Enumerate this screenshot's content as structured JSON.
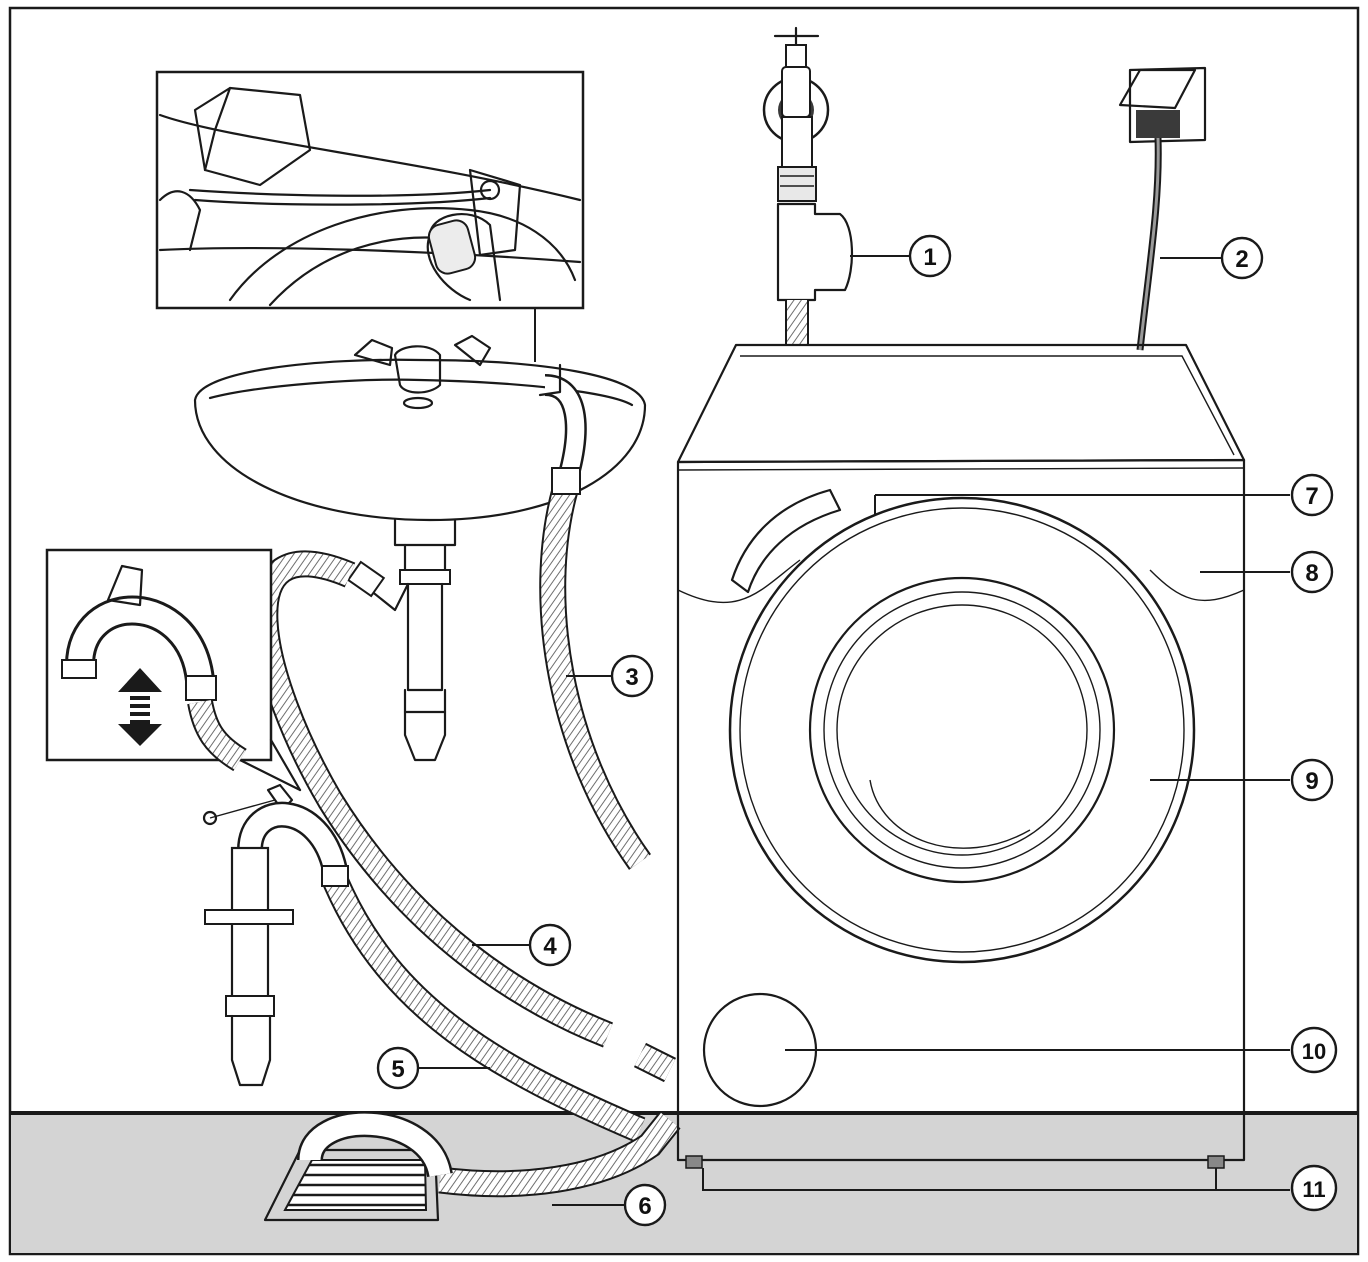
{
  "colors": {
    "line": "#1a1a1a",
    "floor": "#d4d4d4",
    "background": "#ffffff",
    "metal": "#8a8a8a"
  },
  "callouts": [
    {
      "id": "1",
      "label": "1"
    },
    {
      "id": "2",
      "label": "2"
    },
    {
      "id": "3",
      "label": "3"
    },
    {
      "id": "4",
      "label": "4"
    },
    {
      "id": "5",
      "label": "5"
    },
    {
      "id": "6",
      "label": "6"
    },
    {
      "id": "7",
      "label": "7"
    },
    {
      "id": "8",
      "label": "8"
    },
    {
      "id": "9",
      "label": "9"
    },
    {
      "id": "10",
      "label": "10"
    },
    {
      "id": "11",
      "label": "11"
    }
  ],
  "icons": [
    "water-tap-icon",
    "wall-socket-icon",
    "washbasin-icon",
    "washing-machine-icon",
    "drain-pipe-icon",
    "floor-drain-icon",
    "up-down-arrow-icon"
  ]
}
